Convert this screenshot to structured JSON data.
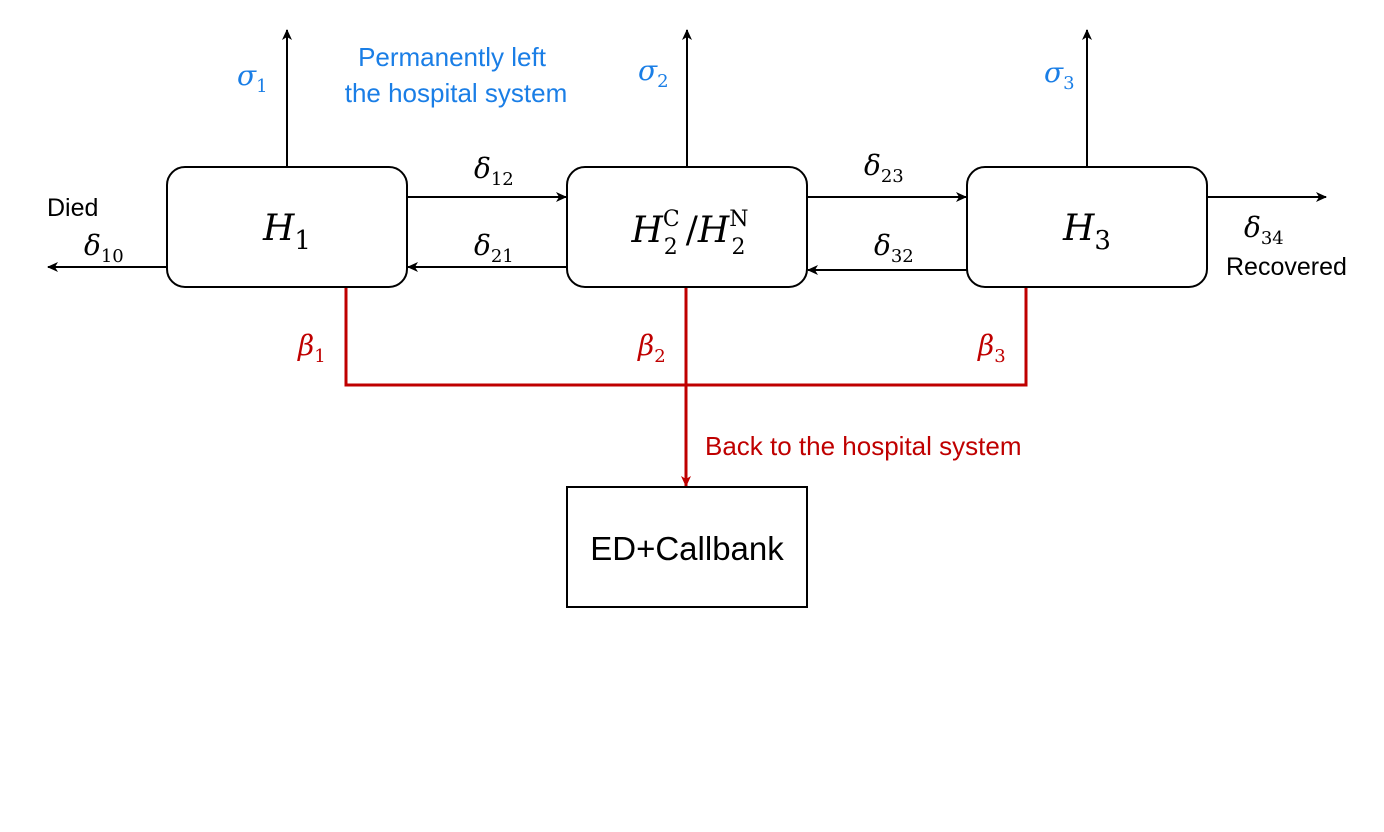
{
  "colors": {
    "stroke": "#000000",
    "blue": "#1a7ee6",
    "red": "#bf0000",
    "box_fill": "#ffffff"
  },
  "nodes": {
    "h1": {
      "sym": "H",
      "sub": "1"
    },
    "h2": {
      "sym": "H",
      "sub": "2",
      "sup_c": "C",
      "slash": "/",
      "sym2": "H",
      "sub2": "2",
      "sup_n": "N"
    },
    "h3": {
      "sym": "H",
      "sub": "3"
    },
    "ed": {
      "label": "ED+Callbank"
    }
  },
  "labels": {
    "died": "Died",
    "recovered": "Recovered",
    "permanently_left_line1": "Permanently left",
    "permanently_left_line2": "the hospital system",
    "back_to_hospital": "Back to the hospital system"
  },
  "rates": {
    "sigma1": {
      "sym": "σ",
      "sub": "1"
    },
    "sigma2": {
      "sym": "σ",
      "sub": "2"
    },
    "sigma3": {
      "sym": "σ",
      "sub": "3"
    },
    "delta10": {
      "sym": "δ",
      "sub": "10"
    },
    "delta12": {
      "sym": "δ",
      "sub": "12"
    },
    "delta21": {
      "sym": "δ",
      "sub": "21"
    },
    "delta23": {
      "sym": "δ",
      "sub": "23"
    },
    "delta32": {
      "sym": "δ",
      "sub": "32"
    },
    "delta34": {
      "sym": "δ",
      "sub": "34"
    },
    "beta1": {
      "sym": "β",
      "sub": "1"
    },
    "beta2": {
      "sym": "β",
      "sub": "2"
    },
    "beta3": {
      "sym": "β",
      "sub": "3"
    }
  }
}
